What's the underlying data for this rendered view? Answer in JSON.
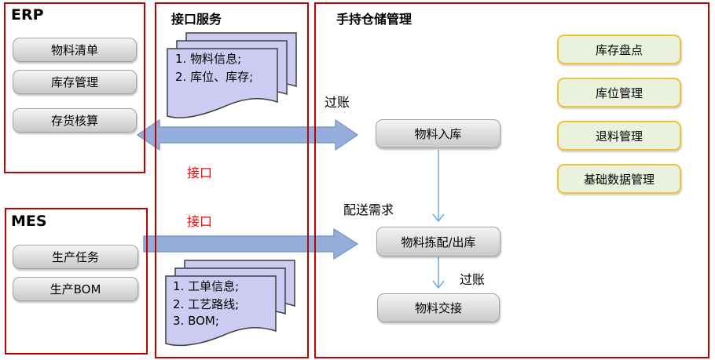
{
  "erp": {
    "title": "ERP",
    "items": [
      "物料清单",
      "库存管理",
      "存货核算"
    ]
  },
  "mes": {
    "title": "MES",
    "items": [
      "生产任务",
      "生产BOM"
    ]
  },
  "interface_service": {
    "title": "接口服务",
    "label_top": "接口",
    "label_bottom": "接口",
    "doc_top": {
      "lines": [
        "1. 物料信息;",
        "2. 库位、库存;"
      ]
    },
    "doc_bottom": {
      "lines": [
        "1. 工单信息;",
        "2. 工艺路线;",
        "3. BOM;"
      ]
    }
  },
  "warehouse": {
    "title": "手持仓储管理",
    "flow": {
      "inbound": "物料入库",
      "picking": "物料拣配/出库",
      "handover": "物料交接"
    },
    "labels": {
      "posting_top": "过账",
      "delivery_demand": "配送需求",
      "posting_bottom": "过账"
    },
    "modules": [
      "库存盘点",
      "库位管理",
      "退料管理",
      "基础数据管理"
    ]
  },
  "colors": {
    "panel_border_red": "#C00000",
    "interface_label_red": "#FF0000",
    "button_gray_fill": "#D6D6D6",
    "module_green_fill": "#EAF1DD",
    "module_gold_border": "#EDC33C",
    "document_fill": "#CCCCF2",
    "big_arrow_blue": "#95ADDB",
    "connector_blue": "#6FA8DC"
  }
}
